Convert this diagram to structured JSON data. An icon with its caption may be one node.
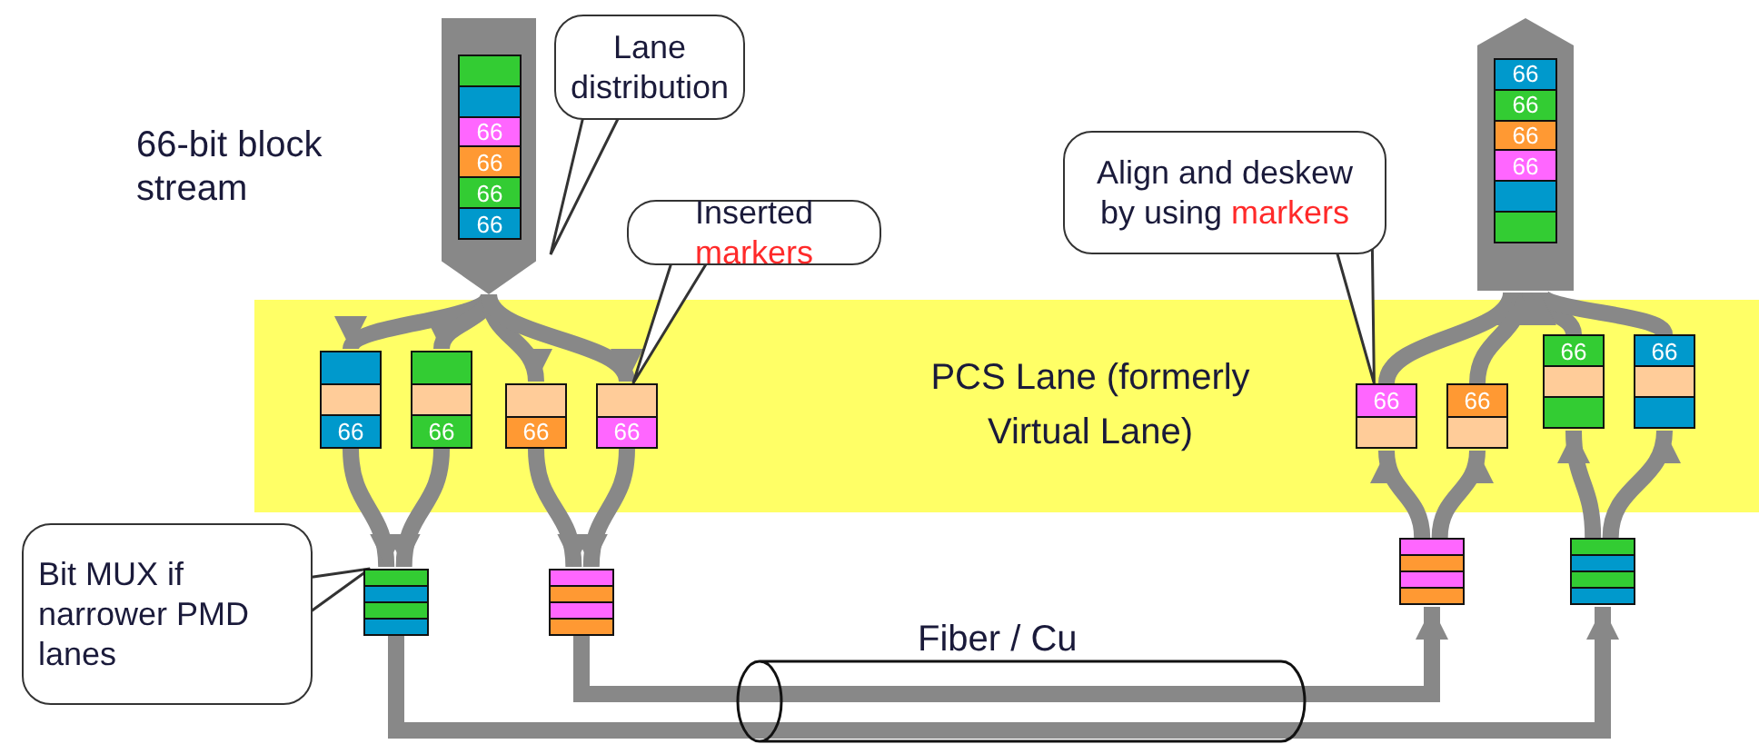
{
  "diagram": {
    "nodes": [
      {
        "text": [
          "66",
          "66",
          "66",
          "66"
        ],
        "beside": [
          "66-bit block stream"
        ]
      },
      {
        "text": [
          "Lane distribution"
        ]
      },
      {
        "text": [
          "Inserted",
          "markers"
        ]
      },
      {
        "text": [
          "Align and deskew by using",
          "markers"
        ]
      },
      {
        "text": [
          "66",
          "66",
          "66",
          "66"
        ]
      },
      {
        "text": [
          "PCS Lane (formerly Virtual Lane)"
        ]
      },
      {
        "text": [
          "66"
        ],
        "in": 5
      },
      {
        "text": [
          "66"
        ],
        "in": 5
      },
      {
        "text": [
          "66"
        ],
        "in": 5
      },
      {
        "text": [
          "66"
        ],
        "in": 5
      },
      {
        "text": [
          "66"
        ],
        "in": 5
      },
      {
        "text": [
          "66"
        ],
        "in": 5
      },
      {
        "text": [
          "66"
        ],
        "in": 5
      },
      {
        "text": [
          "66"
        ],
        "in": 5
      },
      {
        "text": [
          "Bit MUX if narrower PMD lanes"
        ]
      },
      {
        "text": [],
        "shape": "box"
      },
      {
        "text": [],
        "shape": "box"
      },
      {
        "text": [],
        "shape": "box"
      },
      {
        "text": [],
        "shape": "box"
      }
    ],
    "edges": [
      {
        "from": 0,
        "to": 6,
        "arrow": "to"
      },
      {
        "from": 0,
        "to": 7,
        "arrow": "to"
      },
      {
        "from": 0,
        "to": 8,
        "arrow": "to"
      },
      {
        "from": 0,
        "to": 9,
        "arrow": "to"
      },
      {
        "from": 6,
        "to": 15,
        "arrow": "to"
      },
      {
        "from": 7,
        "to": 15,
        "arrow": "to"
      },
      {
        "from": 8,
        "to": 16,
        "arrow": "to"
      },
      {
        "from": 9,
        "to": 16,
        "arrow": "to"
      },
      {
        "from": 15,
        "to": 18,
        "arrow": "to"
      },
      {
        "from": 16,
        "to": 17,
        "arrow": "to"
      },
      {
        "from": 17,
        "to": 10,
        "arrow": "to"
      },
      {
        "from": 17,
        "to": 11,
        "arrow": "to"
      },
      {
        "from": 18,
        "to": 12,
        "arrow": "to"
      },
      {
        "from": 18,
        "to": 13,
        "arrow": "to"
      },
      {
        "from": 10,
        "to": 4,
        "arrow": "to"
      },
      {
        "from": 11,
        "to": 4,
        "arrow": "to"
      },
      {
        "from": 12,
        "to": 4,
        "arrow": "to"
      },
      {
        "from": 13,
        "to": 4,
        "arrow": "to"
      },
      {
        "from": 1,
        "to": null,
        "arrow": "to"
      },
      {
        "from": 2,
        "to": 9,
        "arrow": "to"
      },
      {
        "from": 3,
        "to": 10,
        "arrow": "to"
      },
      {
        "from": 14,
        "to": 15,
        "arrow": "to"
      }
    ],
    "labels": [
      "Fiber / Cu"
    ]
  }
}
